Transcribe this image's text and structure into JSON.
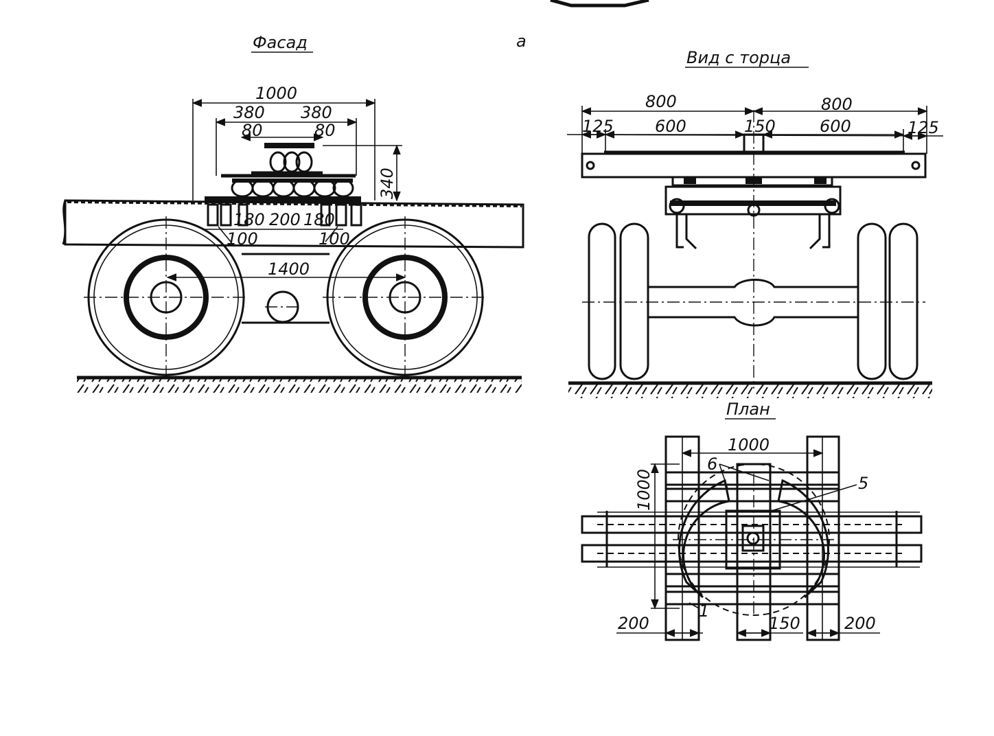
{
  "figure_letter": "a",
  "views": {
    "facade": {
      "title": "Фасад",
      "dims": {
        "d_1000": "1000",
        "d_380_left": "380",
        "d_380_right": "380",
        "d_80_left": "80",
        "d_80_right": "80",
        "d_340": "340",
        "d_180_left": "180",
        "d_200": "200",
        "d_180_right": "180",
        "d_100_left": "100",
        "d_100_right": "100",
        "d_1400": "1400"
      }
    },
    "end_view": {
      "title": "Вид с торца",
      "dims": {
        "d_800_left": "800",
        "d_800_right": "800",
        "d_125_left": "125",
        "d_600_left": "600",
        "d_150": "150",
        "d_600_right": "600",
        "d_125_right": "125"
      }
    },
    "plan": {
      "title": "План",
      "dims": {
        "d_1000_top": "1000",
        "d_1000_side": "1000",
        "d_200_left": "200",
        "d_150": "150",
        "d_200_right": "200"
      },
      "labels": {
        "pos_6": "6",
        "pos_5": "5",
        "pos_1": "1"
      }
    }
  }
}
